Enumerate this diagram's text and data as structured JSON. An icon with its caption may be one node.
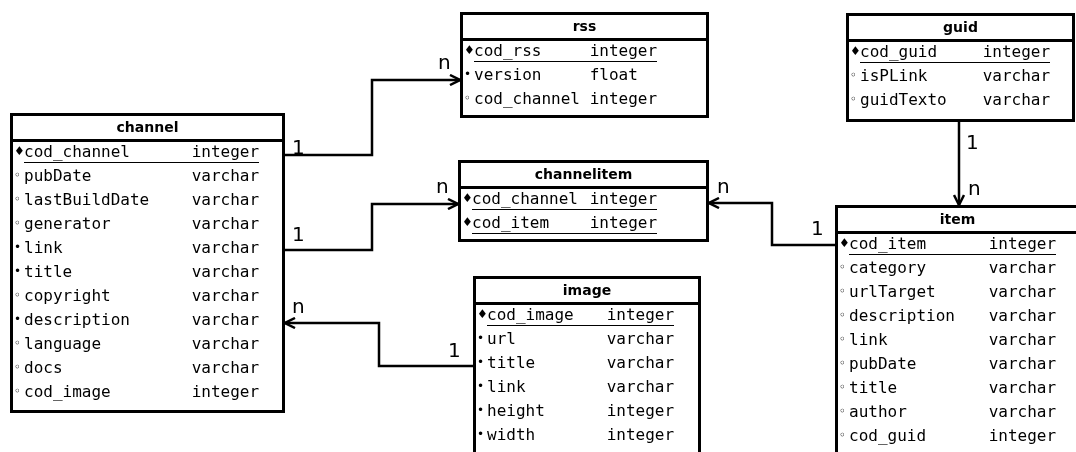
{
  "diagram": {
    "nodes": [
      {
        "text": [
          "rss",
          "♦cod_rss integer",
          "•version float",
          "◦cod_channel integer"
        ]
      },
      {
        "text": [
          "guid",
          "♦cod_guid integer",
          "◦isPLink varchar",
          "◦guidTexto varchar"
        ]
      },
      {
        "text": [
          "channel",
          "♦cod_channel integer",
          "◦pubDate varchar",
          "◦lastBuildDate varchar",
          "◦generator varchar",
          "•link varchar",
          "•title varchar",
          "◦copyright varchar",
          "•description varchar",
          "◦language varchar",
          "◦docs varchar",
          "◦cod_image integer"
        ]
      },
      {
        "text": [
          "channelitem",
          "♦cod_channel integer",
          "♦cod_item integer"
        ]
      },
      {
        "text": [
          "item",
          "♦cod_item integer",
          "◦category varchar",
          "◦urlTarget varchar",
          "◦description varchar",
          "◦link varchar",
          "◦pubDate varchar",
          "◦title varchar",
          "◦author varchar",
          "◦cod_guid integer"
        ]
      },
      {
        "text": [
          "image",
          "♦cod_image integer",
          "•url varchar",
          "•title varchar",
          "•link varchar",
          "•height integer",
          "•width integer"
        ]
      }
    ],
    "edges": [
      {
        "from": 2,
        "to": 0,
        "arrow": "to"
      },
      {
        "from": 2,
        "to": 3,
        "arrow": "to"
      },
      {
        "from": 4,
        "to": 3,
        "arrow": "to"
      },
      {
        "from": 5,
        "to": 2,
        "arrow": "to"
      },
      {
        "from": 1,
        "to": 4,
        "arrow": "to"
      }
    ],
    "labels": [
      "n",
      "1",
      "n",
      "n",
      "1",
      "n",
      "1",
      "1",
      "n",
      "1"
    ]
  }
}
